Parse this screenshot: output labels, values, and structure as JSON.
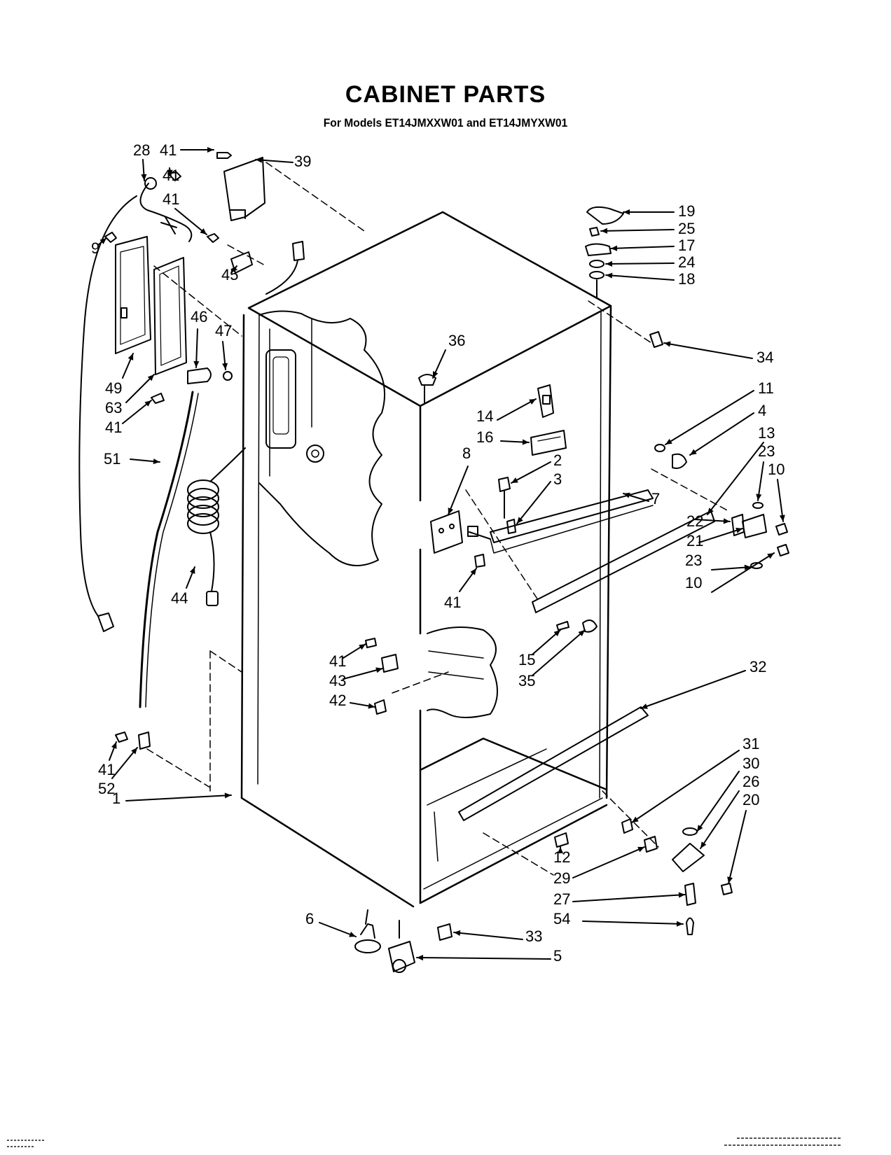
{
  "header": {
    "title": "CABINET PARTS",
    "subtitle": "For Models ET14JMXXW01 and ET14JMYXW01"
  },
  "callouts": [
    {
      "id": "c28",
      "label": "28"
    },
    {
      "id": "c41a",
      "label": "41"
    },
    {
      "id": "c39",
      "label": "39"
    },
    {
      "id": "c41b",
      "label": "41"
    },
    {
      "id": "c41c",
      "label": "41"
    },
    {
      "id": "c9",
      "label": "9"
    },
    {
      "id": "c45",
      "label": "45"
    },
    {
      "id": "c46",
      "label": "46"
    },
    {
      "id": "c47",
      "label": "47"
    },
    {
      "id": "c49",
      "label": "49"
    },
    {
      "id": "c63",
      "label": "63"
    },
    {
      "id": "c41d",
      "label": "41"
    },
    {
      "id": "c51",
      "label": "51"
    },
    {
      "id": "c44",
      "label": "44"
    },
    {
      "id": "c41e",
      "label": "41"
    },
    {
      "id": "c52",
      "label": "52"
    },
    {
      "id": "c1",
      "label": "1"
    },
    {
      "id": "c19",
      "label": "19"
    },
    {
      "id": "c25",
      "label": "25"
    },
    {
      "id": "c17",
      "label": "17"
    },
    {
      "id": "c24",
      "label": "24"
    },
    {
      "id": "c18",
      "label": "18"
    },
    {
      "id": "c34",
      "label": "34"
    },
    {
      "id": "c36",
      "label": "36"
    },
    {
      "id": "c11",
      "label": "11"
    },
    {
      "id": "c4",
      "label": "4"
    },
    {
      "id": "c14",
      "label": "14"
    },
    {
      "id": "c16",
      "label": "16"
    },
    {
      "id": "c13",
      "label": "13"
    },
    {
      "id": "c23a",
      "label": "23"
    },
    {
      "id": "c10a",
      "label": "10"
    },
    {
      "id": "c8",
      "label": "8"
    },
    {
      "id": "c2",
      "label": "2"
    },
    {
      "id": "c3",
      "label": "3"
    },
    {
      "id": "c7",
      "label": "7"
    },
    {
      "id": "c22",
      "label": "22"
    },
    {
      "id": "c21",
      "label": "21"
    },
    {
      "id": "c23b",
      "label": "23"
    },
    {
      "id": "c10b",
      "label": "10"
    },
    {
      "id": "c41f",
      "label": "41"
    },
    {
      "id": "c15",
      "label": "15"
    },
    {
      "id": "c35",
      "label": "35"
    },
    {
      "id": "c41g",
      "label": "41"
    },
    {
      "id": "c43",
      "label": "43"
    },
    {
      "id": "c42",
      "label": "42"
    },
    {
      "id": "c32",
      "label": "32"
    },
    {
      "id": "c31",
      "label": "31"
    },
    {
      "id": "c30",
      "label": "30"
    },
    {
      "id": "c26",
      "label": "26"
    },
    {
      "id": "c20",
      "label": "20"
    },
    {
      "id": "c12",
      "label": "12"
    },
    {
      "id": "c29",
      "label": "29"
    },
    {
      "id": "c27",
      "label": "27"
    },
    {
      "id": "c54",
      "label": "54"
    },
    {
      "id": "c6",
      "label": "6"
    },
    {
      "id": "c33",
      "label": "33"
    },
    {
      "id": "c5",
      "label": "5"
    }
  ]
}
